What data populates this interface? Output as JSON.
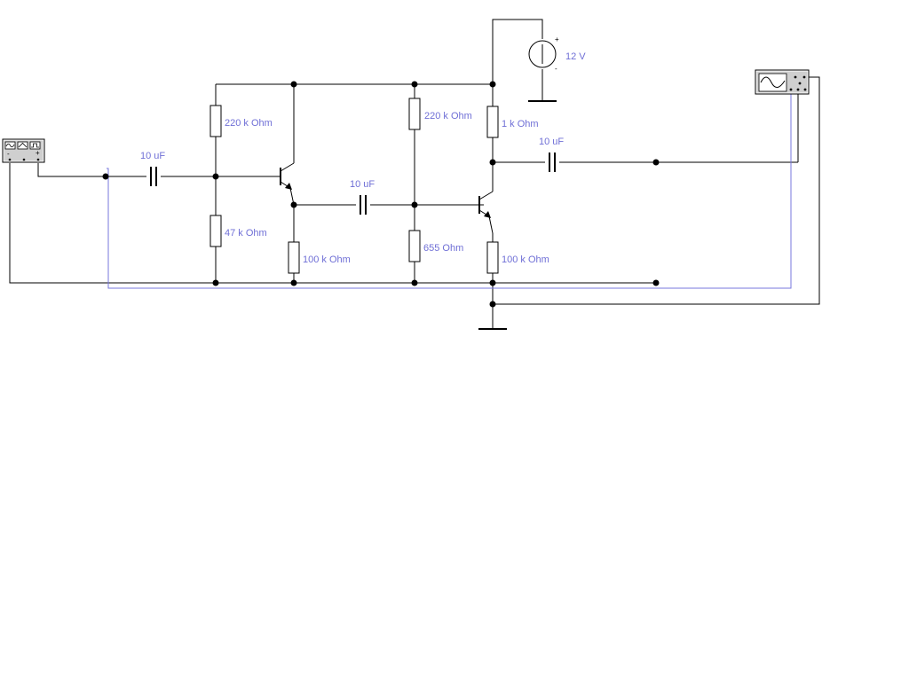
{
  "colors": {
    "wire": "#000000",
    "probe_wire": "#7777dd",
    "label": "#6f6fd6",
    "instrument_body": "#cfcfcf"
  },
  "components": {
    "r1": "220 k Ohm",
    "r2": "47 k Ohm",
    "r3": "100 k Ohm",
    "r4": "220 k Ohm",
    "r5": "655  Ohm",
    "r6": "1 k Ohm",
    "r7": "100 k Ohm",
    "c1": "10 uF",
    "c2": "10 uF",
    "c3": "10 uF",
    "supply": "12 V"
  },
  "supply_polarity": {
    "plus": "+",
    "minus": "-"
  },
  "instruments": {
    "function_generator_icon": "function-generator-icon",
    "oscilloscope_icon": "oscilloscope-icon",
    "generator_terminals": {
      "minus": "-",
      "plus": "+"
    }
  }
}
